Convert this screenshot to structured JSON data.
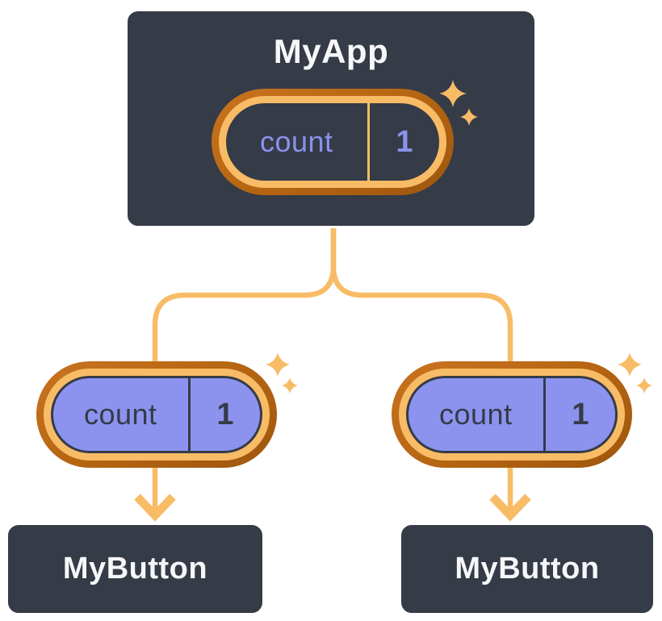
{
  "diagram": {
    "root_card": {
      "title": "MyApp",
      "state_pill": {
        "name": "count",
        "value": "1"
      }
    },
    "child_cards": [
      {
        "title": "MyButton",
        "prop_pill": {
          "name": "count",
          "value": "1"
        }
      },
      {
        "title": "MyButton",
        "prop_pill": {
          "name": "count",
          "value": "1"
        }
      }
    ],
    "icons": {
      "sparkle": "✦",
      "arrow_down": "↓"
    },
    "colors": {
      "page_background": "#FFFFFF",
      "card_background": "#353B47",
      "card_border": "#FFFFFF",
      "card_text": "#F6F7F9",
      "pill_ring_outer_light": "#C9731F",
      "pill_ring_outer_dark": "#9E560E",
      "pill_ring_inner": "#F8BC66",
      "pill_fill_dark": "#353B47",
      "pill_fill_light": "#8C93EE",
      "state_text_on_dark": "#8A92EC",
      "state_text_on_light": "#353B47",
      "connector_line": "#F8BC66"
    }
  }
}
